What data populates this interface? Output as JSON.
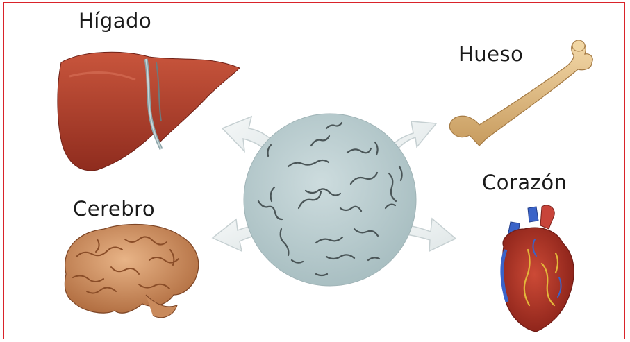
{
  "labels": {
    "liver": "Hígado",
    "bone": "Hueso",
    "heart": "Corazón",
    "brain": "Cerebro"
  },
  "colors": {
    "frame_border": "#d9232a",
    "sphere_fill": "#b9cdcf",
    "arrow_fill": "#e9eeef",
    "liver": "#b8402a",
    "bone": "#e8c48e",
    "brain": "#d99a6a",
    "heart": "#b5382c",
    "vessel_blue": "#3a63c8"
  },
  "icons": [
    "liver-illustration",
    "bone-illustration",
    "heart-illustration",
    "brain-illustration",
    "bacteria-sphere"
  ]
}
